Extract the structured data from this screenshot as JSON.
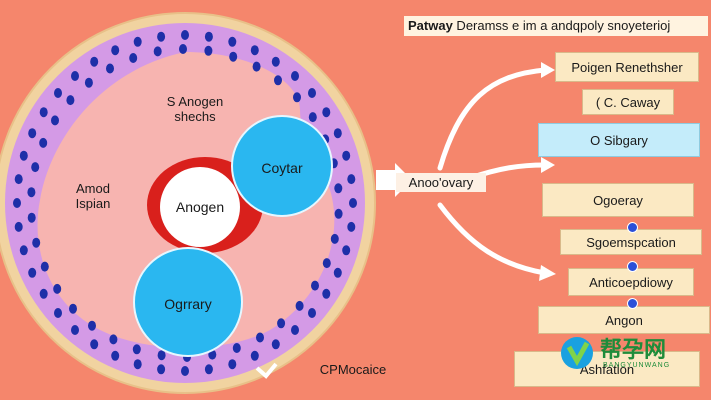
{
  "title": {
    "bold": "Patway",
    "rest": " Deramss e im a andqpoly snoyeterioj"
  },
  "cell": {
    "upper_label_line1": "S Anogen",
    "upper_label_line2": "shechs",
    "left_label_line1": "Amod",
    "left_label_line2": "Ispian",
    "center_organelle": "Anogen",
    "upper_blue_organelle": "Coytar",
    "lower_blue_organelle": "Ogrrary",
    "bottom_label": "CPMocaice"
  },
  "middle_label": "Anoo'ovary",
  "steps": [
    {
      "label": "Poigen Renethsher",
      "style": "cream"
    },
    {
      "label": "( C. Caway",
      "style": "cream"
    },
    {
      "label": "O Sibgary",
      "style": "blue"
    },
    {
      "label": "Ogoeray",
      "style": "cream"
    },
    {
      "label": "Sgoemspcation",
      "style": "cream"
    },
    {
      "label": "Anticoepdiowy",
      "style": "cream"
    },
    {
      "label": "Angon",
      "style": "cream"
    },
    {
      "label": "Ashfatlon",
      "style": "cream"
    }
  ],
  "watermark": {
    "text": "帮孕网",
    "sub": "BANGYUNWANG"
  },
  "colors": {
    "background": "#f5866c",
    "membrane": "#d49ae6",
    "cytoplasm": "#f7b4b0",
    "organelle_blue": "#2ab7f0",
    "nucleus_red": "#d9201c",
    "dot_blue": "#1e2fa8",
    "box_cream": "#fbe9c3",
    "box_blue": "#c4ecfa"
  }
}
